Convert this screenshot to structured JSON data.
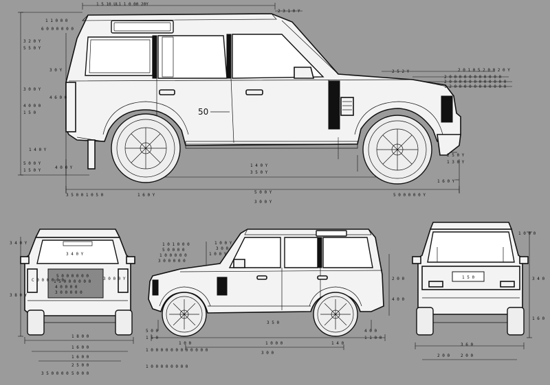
{
  "side_view": {
    "dims": [
      {
        "text": "1 5 10 UL1 1 0 00 20Y"
      },
      {
        "text": "2 3 1 0 Y"
      },
      {
        "text": "1 1 0 0 0 "
      },
      {
        "text": "6 0 0 0 0 0 0"
      },
      {
        "text": "3 2 0 Y"
      },
      {
        "text": "5 5 0 Y"
      },
      {
        "text": "3 0 Y"
      },
      {
        "text": "4 6 0 0"
      },
      {
        "text": "3 0 0 Y"
      },
      {
        "text": "4 0 0 0"
      },
      {
        "text": "1 5 0"
      },
      {
        "text": "5 0 0 Y"
      },
      {
        "text": "2 5 2 Y"
      },
      {
        "text": "2 0 1 0 5 2 0 0 2 0 Y"
      },
      {
        "text": "2 0 0 0 0 0 0 0 0 0 0 0"
      },
      {
        "text": "2 0 0 0 0 0 0 0 0 0 0 0 0"
      },
      {
        "text": "1 2 0 0 0 0 0 0 0 0 0 0 0"
      },
      {
        "text": "1 5 0 Y"
      },
      {
        "text": "4 0 0 Y"
      },
      {
        "text": "1 4 0 Y"
      },
      {
        "text": "3 5 0 Y"
      },
      {
        "text": "2 5 0 Y"
      },
      {
        "text": "1 3 0 Y"
      },
      {
        "text": "1 6 0 Y"
      },
      {
        "text": "5 0 0 Y"
      },
      {
        "text": "3 5 0 0 1 0 5 0"
      },
      {
        "text": "1 6 0 Y"
      },
      {
        "text": "3 0 0 Y"
      },
      {
        "text": "5 0 0 0 0 0 Y"
      },
      {
        "text": "1 4 0 Y"
      }
    ],
    "badge": "50"
  },
  "rear_view": {
    "dims": [
      {
        "text": "3 4 0 Y"
      },
      {
        "text": "3 8 0 Y"
      },
      {
        "text": "C 0 0 0 0 0 0"
      },
      {
        "text": "3 4 0 Y"
      },
      {
        "text": "3 0 0 0 Y"
      },
      {
        "text": "5 0 0 0 0 0 0"
      },
      {
        "text": "1 5 0 0 0 0 0 0"
      },
      {
        "text": "4 0 0 0 0"
      },
      {
        "text": "3 0 0 0 0 0"
      },
      {
        "text": "1 8 0 0"
      },
      {
        "text": "1 6 0 0"
      },
      {
        "text": "1 6 0 0"
      },
      {
        "text": "2 5 0 0"
      },
      {
        "text": "3 5 0 0 0 0"
      },
      {
        "text": "5 0 0 0"
      }
    ]
  },
  "mid_view": {
    "dims": [
      {
        "text": "1 0 1 0 0 0"
      },
      {
        "text": "5 0 0 0 0"
      },
      {
        "text": "1 0 0 0 0 0"
      },
      {
        "text": "3 0 0 0 0 0"
      },
      {
        "text": "1 0 0 Y"
      },
      {
        "text": "3 0 0"
      },
      {
        "text": "1 0 0 Y"
      },
      {
        "text": "2 0 0"
      },
      {
        "text": "4 0 0"
      },
      {
        "text": "3 5 0"
      },
      {
        "text": "5 0 0"
      },
      {
        "text": "1 5 0"
      },
      {
        "text": "1 0 0"
      },
      {
        "text": "1 0 0 0"
      },
      {
        "text": "1 4 0"
      },
      {
        "text": "4 0 0"
      },
      {
        "text": "1 1 0 0"
      },
      {
        "text": "3 0 0"
      },
      {
        "text": "1 0 0 0 0 0 0 0 0 0 0 0 0"
      },
      {
        "text": "1 0 0 0 0 0 0 0 0"
      }
    ]
  },
  "front_view": {
    "dims": [
      {
        "text": "1 0 0 0"
      },
      {
        "text": "3 4 0"
      },
      {
        "text": "1 6 0"
      },
      {
        "text": "1 5 0"
      },
      {
        "text": "3 6 0"
      },
      {
        "text": "2 0 0"
      },
      {
        "text": "2 0 0"
      }
    ]
  }
}
